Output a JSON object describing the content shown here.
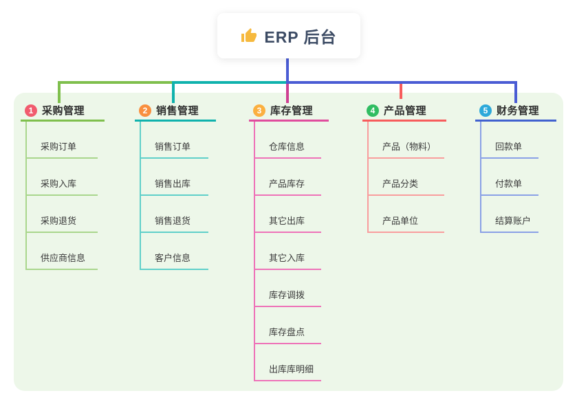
{
  "root": {
    "title": "ERP 后台",
    "icon": "thumbs-up",
    "icon_color": "#f6b93e"
  },
  "connectors": {
    "root_drop": "#4a5cd4",
    "rail_green": "#7fbf4d",
    "rail_teal": "#10b2ad",
    "rail_blue": "#4a5cd4",
    "drop_green": "#7fbf4d",
    "drop_teal": "#10b2ad",
    "drop_magenta": "#ce3e92",
    "drop_red": "#f75c5c",
    "drop_blue": "#4a5cd4"
  },
  "panel_color": "#edf7e9",
  "branches": [
    {
      "number": "1",
      "label": "采购管理",
      "badge_color": "#f15b6e",
      "line_color": "#7fbf4d",
      "child_line_color": "#a9d68c",
      "children": [
        "采购订单",
        "采购入库",
        "采购退货",
        "供应商信息"
      ]
    },
    {
      "number": "2",
      "label": "销售管理",
      "badge_color": "#f98f3e",
      "line_color": "#10b2ad",
      "child_line_color": "#5fcfc9",
      "children": [
        "销售订单",
        "销售出库",
        "销售退货",
        "客户信息"
      ]
    },
    {
      "number": "3",
      "label": "库存管理",
      "badge_color": "#fbb040",
      "line_color": "#e04d9d",
      "child_line_color": "#ee72b8",
      "children": [
        "仓库信息",
        "产品库存",
        "其它出库",
        "其它入库",
        "库存调拨",
        "库存盘点",
        "出库库明细"
      ]
    },
    {
      "number": "4",
      "label": "产品管理",
      "badge_color": "#30bd62",
      "line_color": "#f75c5c",
      "child_line_color": "#f99d9d",
      "children": [
        "产品（物料）",
        "产品分类",
        "产品单位"
      ]
    },
    {
      "number": "5",
      "label": "财务管理",
      "badge_color": "#2ca9da",
      "line_color": "#4161cf",
      "child_line_color": "#8aa0e6",
      "children": [
        "回款单",
        "付款单",
        "结算账户"
      ]
    }
  ]
}
